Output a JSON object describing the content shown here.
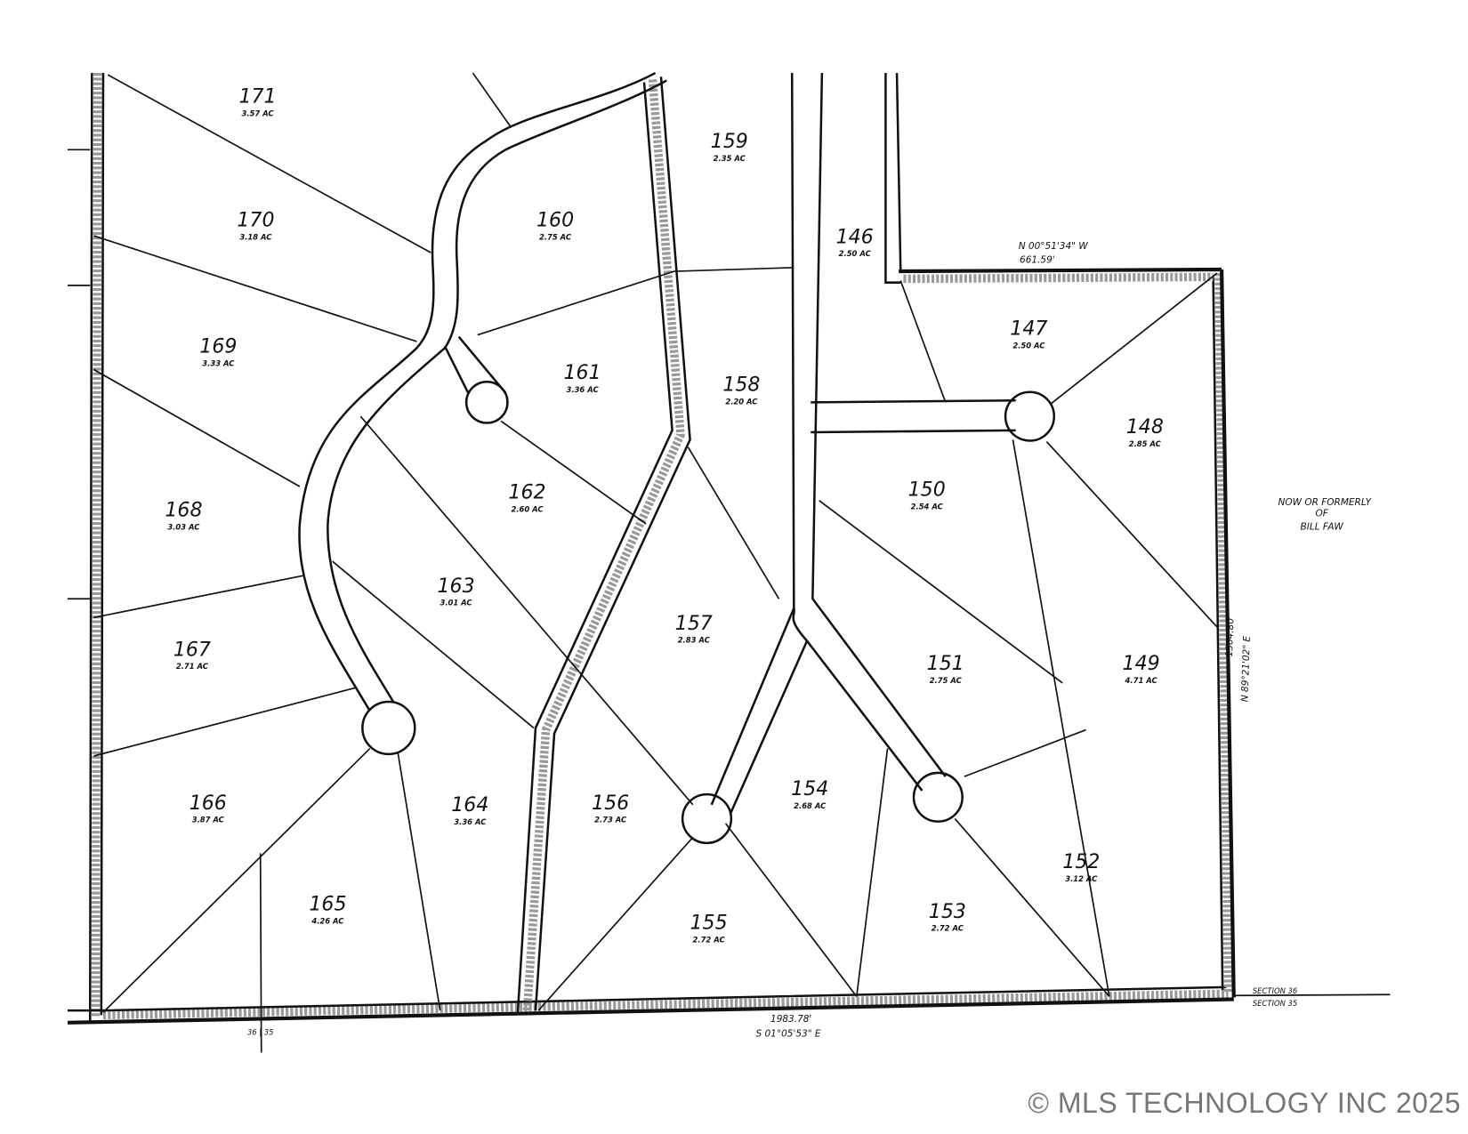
{
  "lots": [
    {
      "number": "171",
      "acres": "3.57 AC"
    },
    {
      "number": "170",
      "acres": "3.18 AC"
    },
    {
      "number": "169",
      "acres": "3.33 AC"
    },
    {
      "number": "168",
      "acres": "3.03 AC"
    },
    {
      "number": "167",
      "acres": "2.71 AC"
    },
    {
      "number": "166",
      "acres": "3.87 AC"
    },
    {
      "number": "165",
      "acres": "4.26 AC"
    },
    {
      "number": "164",
      "acres": "3.36 AC"
    },
    {
      "number": "163",
      "acres": "3.01 AC"
    },
    {
      "number": "162",
      "acres": "2.60 AC"
    },
    {
      "number": "161",
      "acres": "3.36 AC"
    },
    {
      "number": "160",
      "acres": "2.75 AC"
    },
    {
      "number": "159",
      "acres": "2.35 AC"
    },
    {
      "number": "158",
      "acres": "2.20 AC"
    },
    {
      "number": "157",
      "acres": "2.83 AC"
    },
    {
      "number": "156",
      "acres": "2.73 AC"
    },
    {
      "number": "155",
      "acres": "2.72 AC"
    },
    {
      "number": "154",
      "acres": "2.68 AC"
    },
    {
      "number": "153",
      "acres": "2.72 AC"
    },
    {
      "number": "152",
      "acres": "3.12 AC"
    },
    {
      "number": "151",
      "acres": "2.75 AC"
    },
    {
      "number": "150",
      "acres": "2.54 AC"
    },
    {
      "number": "149",
      "acres": "4.71 AC"
    },
    {
      "number": "148",
      "acres": "2.85 AC"
    },
    {
      "number": "147",
      "acres": "2.50 AC"
    },
    {
      "number": "146",
      "acres": "2.50 AC"
    }
  ],
  "annotations": {
    "north_bearing": "N 00°51'34\" W",
    "north_distance": "661.59'",
    "east_distance": "1504.80'",
    "east_bearing": "N 89°21'02\" E",
    "south_distance": "1983.78'",
    "south_bearing": "S 01°05'53\" E",
    "adjoining_owner_line1": "NOW OR FORMERLY",
    "adjoining_owner_line2": "OF",
    "adjoining_owner_line3": "BILL FAW",
    "section_north": "SECTION 36",
    "section_south": "SECTION 35",
    "section_corner": "36 | 35"
  },
  "watermark": "© MLS TECHNOLOGY INC 2025"
}
